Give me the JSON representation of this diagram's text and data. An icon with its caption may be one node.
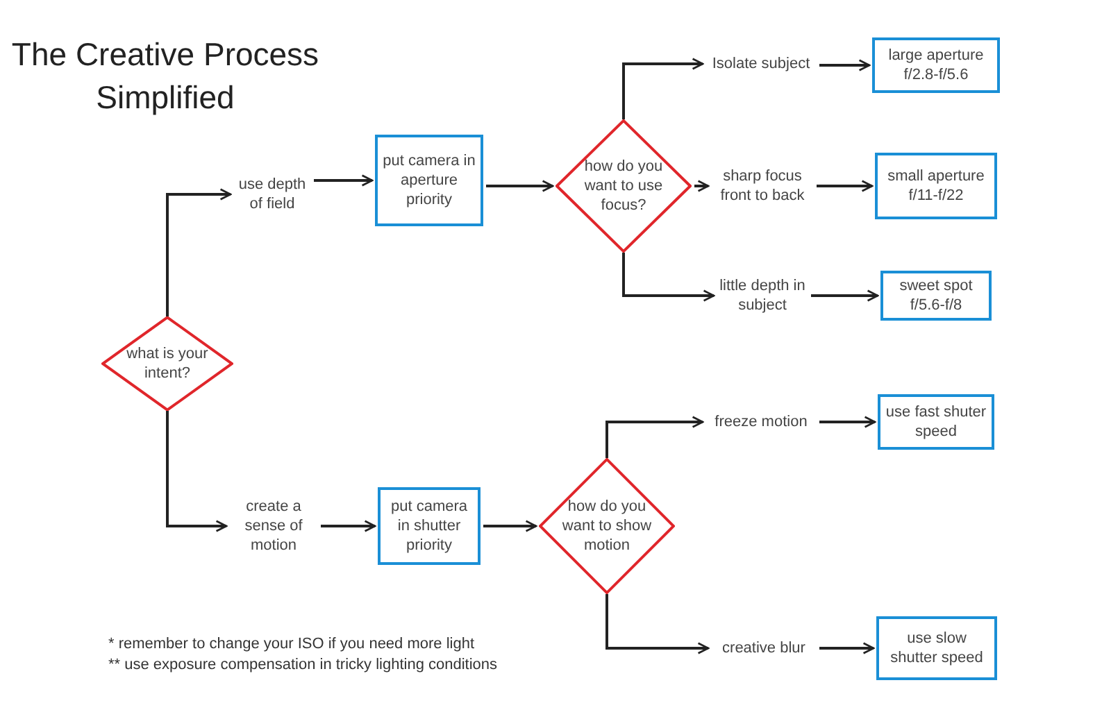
{
  "diagram": {
    "title": "The Creative Process Simplified",
    "nodes": [
      {
        "text": [
          "what is your intent?"
        ]
      },
      {
        "text": [
          "use depth of field"
        ]
      },
      {
        "text": [
          "put camera in aperture priority"
        ]
      },
      {
        "text": [
          "how do you want to use focus?"
        ]
      },
      {
        "text": [
          "Isolate subject"
        ]
      },
      {
        "text": [
          "large aperture f/2.8-f/5.6"
        ]
      },
      {
        "text": [
          "sharp focus front to back"
        ]
      },
      {
        "text": [
          "small aperture f/11-f/22"
        ]
      },
      {
        "text": [
          "little depth in subject"
        ]
      },
      {
        "text": [
          "sweet spot f/5.6-f/8"
        ]
      },
      {
        "text": [
          "create a sense of motion"
        ]
      },
      {
        "text": [
          "put camera in shutter priority"
        ]
      },
      {
        "text": [
          "how do you want to show motion"
        ]
      },
      {
        "text": [
          "freeze motion"
        ]
      },
      {
        "text": [
          "use fast shuter speed"
        ]
      },
      {
        "text": [
          "creative blur"
        ]
      },
      {
        "text": [
          "use slow shutter speed"
        ]
      }
    ],
    "edges": [
      {
        "from": 0,
        "to": 1,
        "arrow": "to"
      },
      {
        "from": 1,
        "to": 2,
        "arrow": "to"
      },
      {
        "from": 2,
        "to": 3,
        "arrow": "to"
      },
      {
        "from": 3,
        "to": 4,
        "arrow": "to"
      },
      {
        "from": 4,
        "to": 5,
        "arrow": "to"
      },
      {
        "from": 3,
        "to": 6,
        "arrow": "to"
      },
      {
        "from": 6,
        "to": 7,
        "arrow": "to"
      },
      {
        "from": 3,
        "to": 8,
        "arrow": "to"
      },
      {
        "from": 8,
        "to": 9,
        "arrow": "to"
      },
      {
        "from": 0,
        "to": 10,
        "arrow": "to"
      },
      {
        "from": 10,
        "to": 11,
        "arrow": "to"
      },
      {
        "from": 11,
        "to": 12,
        "arrow": "to"
      },
      {
        "from": 12,
        "to": 13,
        "arrow": "to"
      },
      {
        "from": 13,
        "to": 14,
        "arrow": "to"
      },
      {
        "from": 12,
        "to": 15,
        "arrow": "to"
      },
      {
        "from": 15,
        "to": 16,
        "arrow": "to"
      }
    ],
    "labels": [
      "* remember to change your ISO if you need more light",
      "** use exposure compensation in tricky lighting conditions"
    ]
  }
}
